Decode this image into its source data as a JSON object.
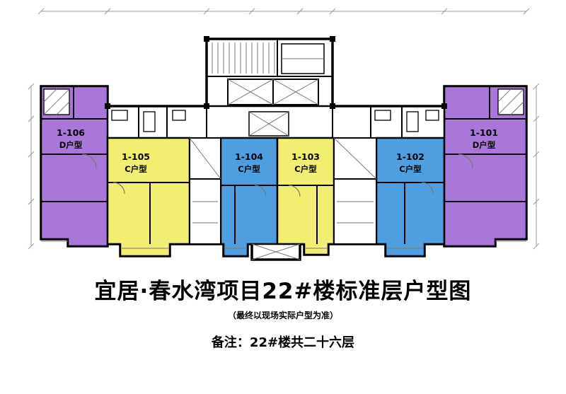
{
  "title": {
    "main": "宜居·春水湾项目22#楼标准层户型图",
    "subtitle": "（最终以现场实际户型为准）",
    "note": "备注：22#楼共二十六层"
  },
  "units": [
    {
      "id": "1-106",
      "type": "D户型",
      "color": "#a977d8"
    },
    {
      "id": "1-105",
      "type": "C户型",
      "color": "#f1ee71"
    },
    {
      "id": "1-104",
      "type": "C户型",
      "color": "#4f9fe0"
    },
    {
      "id": "1-103",
      "type": "C户型",
      "color": "#f1ee71"
    },
    {
      "id": "1-102",
      "type": "C户型",
      "color": "#4f9fe0"
    },
    {
      "id": "1-101",
      "type": "D户型",
      "color": "#a977d8"
    }
  ],
  "plan": {
    "wall_color": "#000000",
    "detail_color": "#777777",
    "dimension_color": "#999999",
    "background": "#ffffff"
  }
}
